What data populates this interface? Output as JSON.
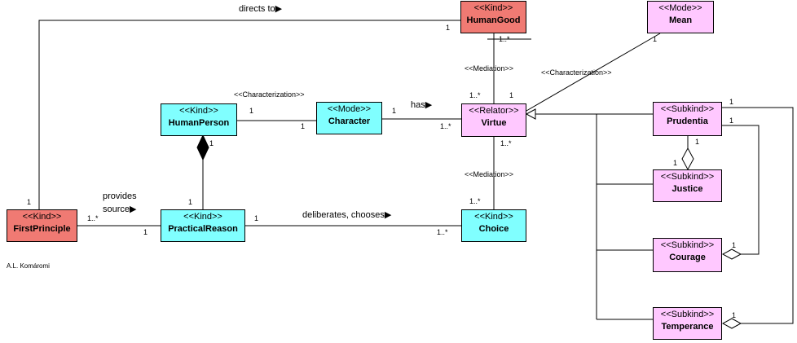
{
  "colors": {
    "kind_red": "#f07a73",
    "kind_cyan": "#80ffff",
    "pink": "#ffc8ff",
    "line": "#000000"
  },
  "classes": {
    "human_good": {
      "stereotype": "<<Kind>>",
      "name": "HumanGood"
    },
    "mean": {
      "stereotype": "<<Mode>>",
      "name": "Mean"
    },
    "human_person": {
      "stereotype": "<<Kind>>",
      "name": "HumanPerson"
    },
    "character": {
      "stereotype": "<<Mode>>",
      "name": "Character"
    },
    "virtue": {
      "stereotype": "<<Relator>>",
      "name": "Virtue"
    },
    "prudentia": {
      "stereotype": "<<Subkind>>",
      "name": "Prudentia"
    },
    "justice": {
      "stereotype": "<<Subkind>>",
      "name": "Justice"
    },
    "courage": {
      "stereotype": "<<Subkind>>",
      "name": "Courage"
    },
    "temperance": {
      "stereotype": "<<Subkind>>",
      "name": "Temperance"
    },
    "first_principle": {
      "stereotype": "<<Kind>>",
      "name": "FirstPrinciple"
    },
    "practical_reason": {
      "stereotype": "<<Kind>>",
      "name": "PracticalReason"
    },
    "choice": {
      "stereotype": "<<Kind>>",
      "name": "Choice"
    }
  },
  "labels": {
    "directs_to": "directs to▶",
    "has": "has▶",
    "provides": "provides",
    "source": "source▶",
    "deliberates": "deliberates, chooses▶",
    "mediation_top": "<<Mediation>>",
    "mediation_bottom": "<<Mediation>>",
    "characterization_left": "<<Characterization>>",
    "characterization_right": "<<Characterization>>",
    "author": "A.L. Komáromi"
  },
  "multiplicities": {
    "m_dir_fp": "1",
    "m_dir_hg": "1",
    "m_hg_down": "1..*",
    "m_v_up_many": "1..*",
    "m_v_up_one": "1",
    "m_mean": "1",
    "m_hp_char": "1",
    "m_char_hp": "1",
    "m_char_has": "1",
    "m_v_has": "1..*",
    "m_hp_comp": "1",
    "m_pr_comp": "1",
    "m_v_down": "1..*",
    "m_choice_up": "1..*",
    "m_fp_right": "1..*",
    "m_pr_left": "1",
    "m_pr_right": "1",
    "m_choice_left": "1..*",
    "m_pru_right_top": "1",
    "m_pru_right_mid": "1",
    "m_pru_down": "1",
    "m_just_up": "1",
    "m_courage": "1",
    "m_temperance": "1"
  }
}
